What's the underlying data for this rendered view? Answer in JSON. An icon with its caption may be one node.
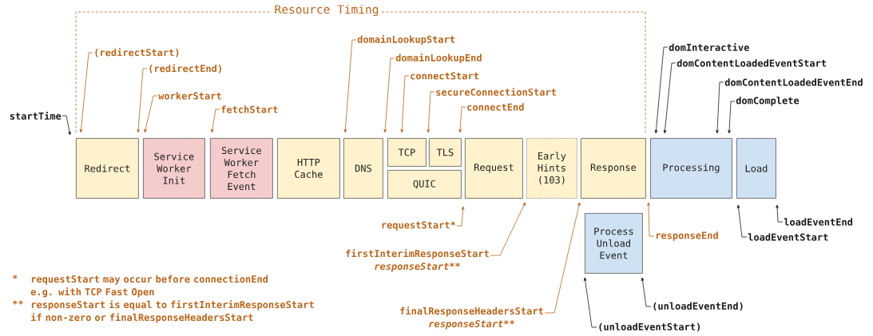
{
  "diagram": {
    "nodes": [
      {
        "text": [
          "Redirect"
        ]
      },
      {
        "text": [
          "Service Worker Init"
        ]
      },
      {
        "text": [
          "Service Worker Fetch Event"
        ]
      },
      {
        "text": [
          "HTTP Cache"
        ]
      },
      {
        "text": [
          "DNS"
        ]
      },
      {
        "text": [
          "TCP"
        ]
      },
      {
        "text": [
          "TLS"
        ]
      },
      {
        "text": [
          "QUIC"
        ]
      },
      {
        "text": [
          "Request"
        ]
      },
      {
        "text": [
          "Early Hints (103)"
        ]
      },
      {
        "text": [
          "Response"
        ]
      },
      {
        "text": [
          "Processing"
        ]
      },
      {
        "text": [
          "Load"
        ]
      },
      {
        "text": [
          "Process Unload Event"
        ]
      },
      {
        "text": [
          "startTime"
        ]
      },
      {
        "text": [
          "(redirectStart)"
        ]
      },
      {
        "text": [
          "(redirectEnd)"
        ]
      },
      {
        "text": [
          "workerStart"
        ]
      },
      {
        "text": [
          "fetchStart"
        ]
      },
      {
        "text": [
          "domainLookupStart"
        ]
      },
      {
        "text": [
          "domainLookupEnd"
        ]
      },
      {
        "text": [
          "connectStart"
        ]
      },
      {
        "text": [
          "secureConnectionStart"
        ]
      },
      {
        "text": [
          "connectEnd"
        ]
      },
      {
        "text": [
          "domInteractive"
        ]
      },
      {
        "text": [
          "domContentLoadedEventStart"
        ]
      },
      {
        "text": [
          "domContentLoadedEventEnd"
        ]
      },
      {
        "text": [
          "domComplete"
        ]
      },
      {
        "text": [
          "requestStart*"
        ]
      },
      {
        "text": [
          "firstInterimResponseStart",
          "responseStart**"
        ]
      },
      {
        "text": [
          "finalResponseHeadersStart",
          "responseStart**"
        ]
      },
      {
        "text": [
          "responseEnd"
        ]
      },
      {
        "text": [
          "loadEventStart"
        ]
      },
      {
        "text": [
          "loadEventEnd"
        ]
      },
      {
        "text": [
          "(unloadEventEnd)"
        ]
      },
      {
        "text": [
          "(unloadEventStart)"
        ]
      }
    ],
    "edges": [
      {
        "from": 14,
        "to": 0,
        "arrow": "to",
        "color": "#1a1a1a"
      },
      {
        "from": 15,
        "to": 0,
        "arrow": "to"
      },
      {
        "from": 16,
        "to": 0,
        "arrow": "to"
      },
      {
        "from": 17,
        "to": 1,
        "arrow": "to"
      },
      {
        "from": 18,
        "to": 2,
        "arrow": "to"
      },
      {
        "from": 19,
        "to": 4,
        "arrow": "to"
      },
      {
        "from": 20,
        "to": 4,
        "arrow": "to"
      },
      {
        "from": 21,
        "to": 5,
        "arrow": "to"
      },
      {
        "from": 22,
        "to": 6,
        "arrow": "to"
      },
      {
        "from": 23,
        "to": 6,
        "arrow": "to"
      },
      {
        "from": 24,
        "to": 11,
        "arrow": "to",
        "color": "#1a1a1a"
      },
      {
        "from": 25,
        "to": 11,
        "arrow": "to",
        "color": "#1a1a1a"
      },
      {
        "from": 26,
        "to": 11,
        "arrow": "to",
        "color": "#1a1a1a"
      },
      {
        "from": 27,
        "to": 11,
        "arrow": "to",
        "color": "#1a1a1a"
      },
      {
        "from": 28,
        "to": 8,
        "arrow": "to"
      },
      {
        "from": 29,
        "to": 9,
        "arrow": "to"
      },
      {
        "from": 30,
        "to": 10,
        "arrow": "to"
      },
      {
        "from": 31,
        "to": 10,
        "arrow": "to"
      },
      {
        "from": 32,
        "to": 12,
        "arrow": "to",
        "color": "#1a1a1a"
      },
      {
        "from": 33,
        "to": 12,
        "arrow": "to",
        "color": "#1a1a1a"
      },
      {
        "from": 34,
        "to": 13,
        "arrow": "to",
        "color": "#1a1a1a"
      },
      {
        "from": 35,
        "to": 13,
        "arrow": "to",
        "color": "#1a1a1a"
      }
    ],
    "labels": [
      "Resource Timing",
      "*",
      "requestStart may occur before connectionEnd e.g. with TCP Fast Open",
      "**",
      "responseStart is equal to firstInterimResponseStart if non-zero or finalResponseHeadersStart"
    ]
  }
}
